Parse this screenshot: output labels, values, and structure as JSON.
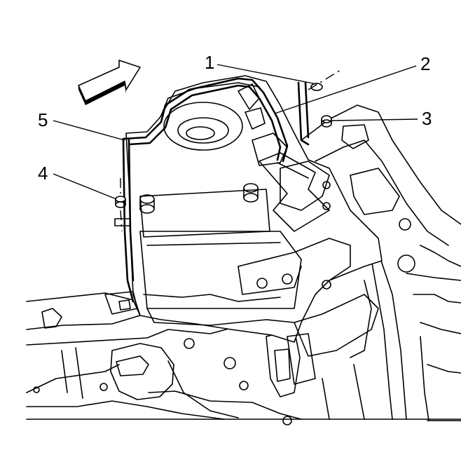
{
  "callouts": [
    {
      "id": "1",
      "label": "1"
    },
    {
      "id": "2",
      "label": "2"
    },
    {
      "id": "3",
      "label": "3"
    },
    {
      "id": "4",
      "label": "4"
    },
    {
      "id": "5",
      "label": "5"
    }
  ],
  "icons": {
    "direction": "front-direction-arrow-icon"
  }
}
